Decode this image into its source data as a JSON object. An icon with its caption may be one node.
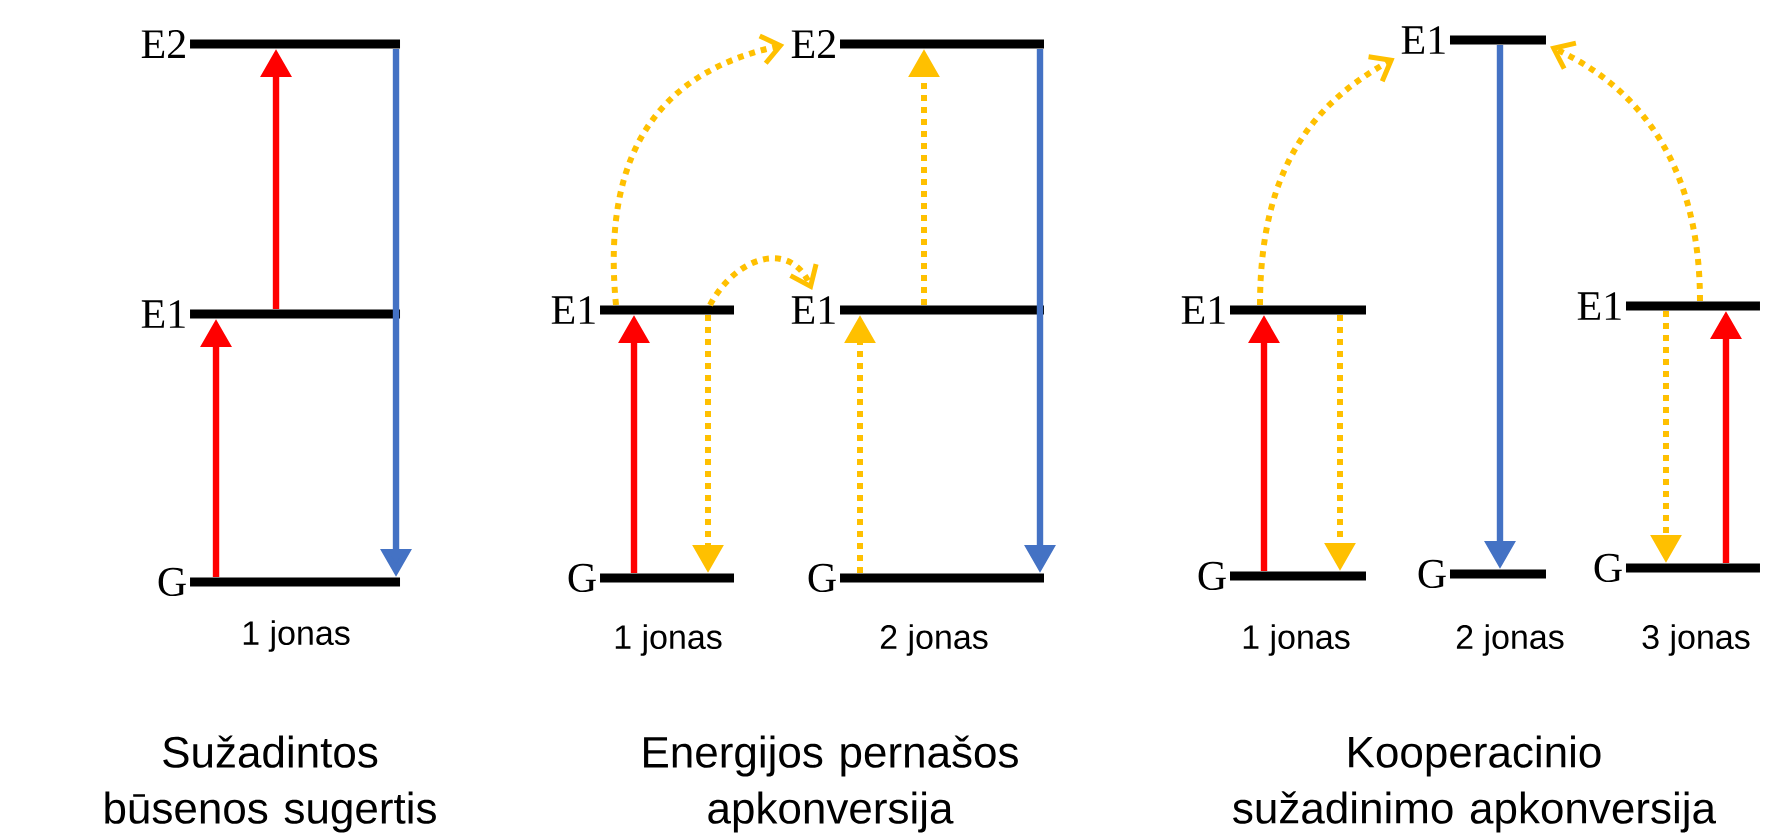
{
  "diagram": {
    "nodes": [
      {
        "text": [
          "E2"
        ]
      },
      {
        "text": [
          "E1"
        ]
      },
      {
        "text": [
          "G"
        ]
      },
      {
        "text": [
          "E1"
        ]
      },
      {
        "text": [
          "G"
        ]
      },
      {
        "text": [
          "E2"
        ]
      },
      {
        "text": [
          "E1"
        ]
      },
      {
        "text": [
          "G"
        ]
      },
      {
        "text": [
          "E1"
        ]
      },
      {
        "text": [
          "G"
        ]
      },
      {
        "text": [
          "E1"
        ]
      },
      {
        "text": [
          "G"
        ]
      },
      {
        "text": [
          "E1"
        ]
      },
      {
        "text": [
          "G"
        ]
      }
    ],
    "edges": [
      {
        "from": 2,
        "to": 1,
        "arrow": "to",
        "color": "#ff0000"
      },
      {
        "from": 1,
        "to": 0,
        "arrow": "to",
        "color": "#ff0000"
      },
      {
        "from": 0,
        "to": 2,
        "arrow": "to",
        "color": "#4472c4"
      },
      {
        "from": 4,
        "to": 3,
        "arrow": "to",
        "color": "#ff0000"
      },
      {
        "from": 3,
        "to": 4,
        "arrow": "to",
        "style": "dashed",
        "color": "#ffc000"
      },
      {
        "from": 3,
        "to": 5,
        "arrow": "to",
        "style": "dashed",
        "color": "#ffc000"
      },
      {
        "from": 3,
        "to": 6,
        "arrow": "to",
        "style": "dashed",
        "color": "#ffc000"
      },
      {
        "from": 7,
        "to": 6,
        "arrow": "to",
        "style": "dashed",
        "color": "#ffc000"
      },
      {
        "from": 6,
        "to": 5,
        "arrow": "to",
        "style": "dashed",
        "color": "#ffc000"
      },
      {
        "from": 5,
        "to": 7,
        "arrow": "to",
        "color": "#4472c4"
      },
      {
        "from": 9,
        "to": 8,
        "arrow": "to",
        "color": "#ff0000"
      },
      {
        "from": 8,
        "to": 9,
        "arrow": "to",
        "style": "dashed",
        "color": "#ffc000"
      },
      {
        "from": 8,
        "to": 10,
        "arrow": "to",
        "style": "dashed",
        "color": "#ffc000"
      },
      {
        "from": 10,
        "to": 11,
        "arrow": "to",
        "color": "#4472c4"
      },
      {
        "from": 12,
        "to": 10,
        "arrow": "to",
        "style": "dashed",
        "color": "#ffc000"
      },
      {
        "from": 12,
        "to": 13,
        "arrow": "to",
        "style": "dashed",
        "color": "#ffc000"
      },
      {
        "from": 13,
        "to": 12,
        "arrow": "to",
        "color": "#ff0000"
      }
    ],
    "labels": [
      "1 jonas",
      "1 jonas",
      "2 jonas",
      "1 jonas",
      "2 jonas",
      "3 jonas",
      "Sužadintos būsenos sugertis",
      "Energijos pernašos apkonversija",
      "Kooperacinio sužadinimo apkonversija"
    ]
  }
}
